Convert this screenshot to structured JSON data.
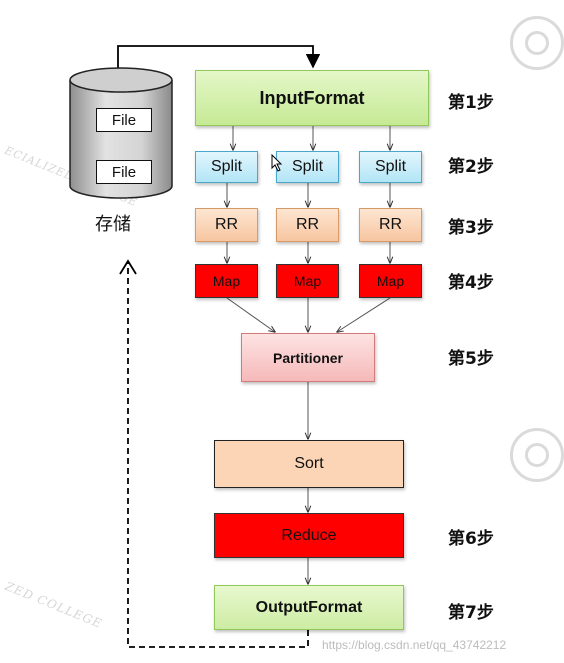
{
  "storage": {
    "label": "存储",
    "files": [
      "File",
      "File"
    ]
  },
  "nodes": {
    "input_format": "InputFormat",
    "splits": [
      "Split",
      "Split",
      "Split"
    ],
    "record_readers": [
      "RR",
      "RR",
      "RR"
    ],
    "maps": [
      "Map",
      "Map",
      "Map"
    ],
    "partitioner": "Partitioner",
    "sort": "Sort",
    "reduce": "Reduce",
    "output_format": "OutputFormat"
  },
  "steps": [
    "第1步",
    "第2步",
    "第3步",
    "第4步",
    "第5步",
    "第6步",
    "第7步"
  ],
  "watermarks": {
    "college_upper": "ECIALIZED COLLEGE",
    "college_lower": "ZED COLLEGE",
    "footer_url": "https://blog.csdn.net/qq_43742212"
  },
  "colors": {
    "green": "#c6ea95",
    "blue": "#b2e5f6",
    "orange": "#f7c6a0",
    "red": "#ff0000",
    "pink": "#f6b9b9",
    "peach": "#fbd5b5"
  }
}
